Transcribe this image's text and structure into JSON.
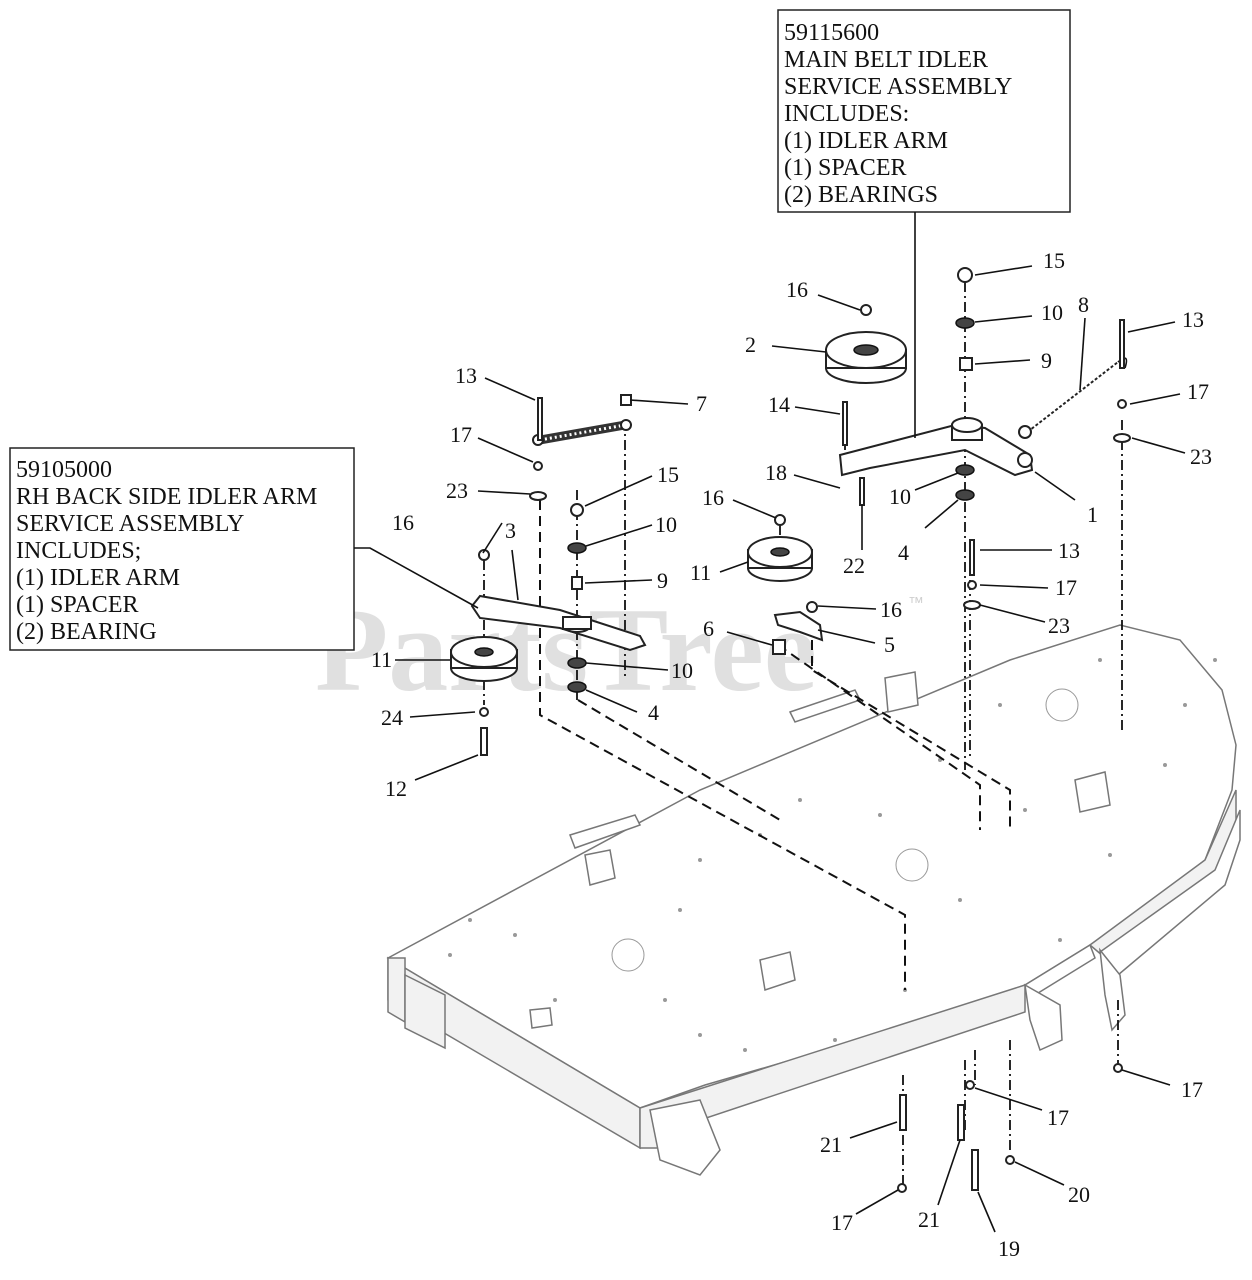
{
  "watermark": {
    "text": "PartsTree",
    "trademark": "™"
  },
  "service_boxes": [
    {
      "part_number": "59115600",
      "lines": [
        "MAIN BELT IDLER",
        "SERVICE ASSEMBLY",
        "INCLUDES:",
        "(1) IDLER ARM",
        "(1) SPACER",
        "(2) BEARINGS"
      ]
    },
    {
      "part_number": "59105000",
      "lines": [
        "RH BACK SIDE IDLER ARM",
        "SERVICE ASSEMBLY",
        "INCLUDES;",
        "(1) IDLER ARM",
        "(1) SPACER",
        "(2) BEARING"
      ]
    }
  ],
  "callouts": [
    "15",
    "16",
    "10",
    "8",
    "13",
    "2",
    "9",
    "14",
    "17",
    "23",
    "18",
    "10",
    "1",
    "22",
    "4",
    "13",
    "17",
    "23",
    "16",
    "11",
    "16",
    "5",
    "6",
    "13",
    "7",
    "17",
    "23",
    "15",
    "16",
    "10",
    "3",
    "9",
    "11",
    "10",
    "4",
    "24",
    "12",
    "17",
    "21",
    "17",
    "20",
    "21",
    "17",
    "19"
  ]
}
